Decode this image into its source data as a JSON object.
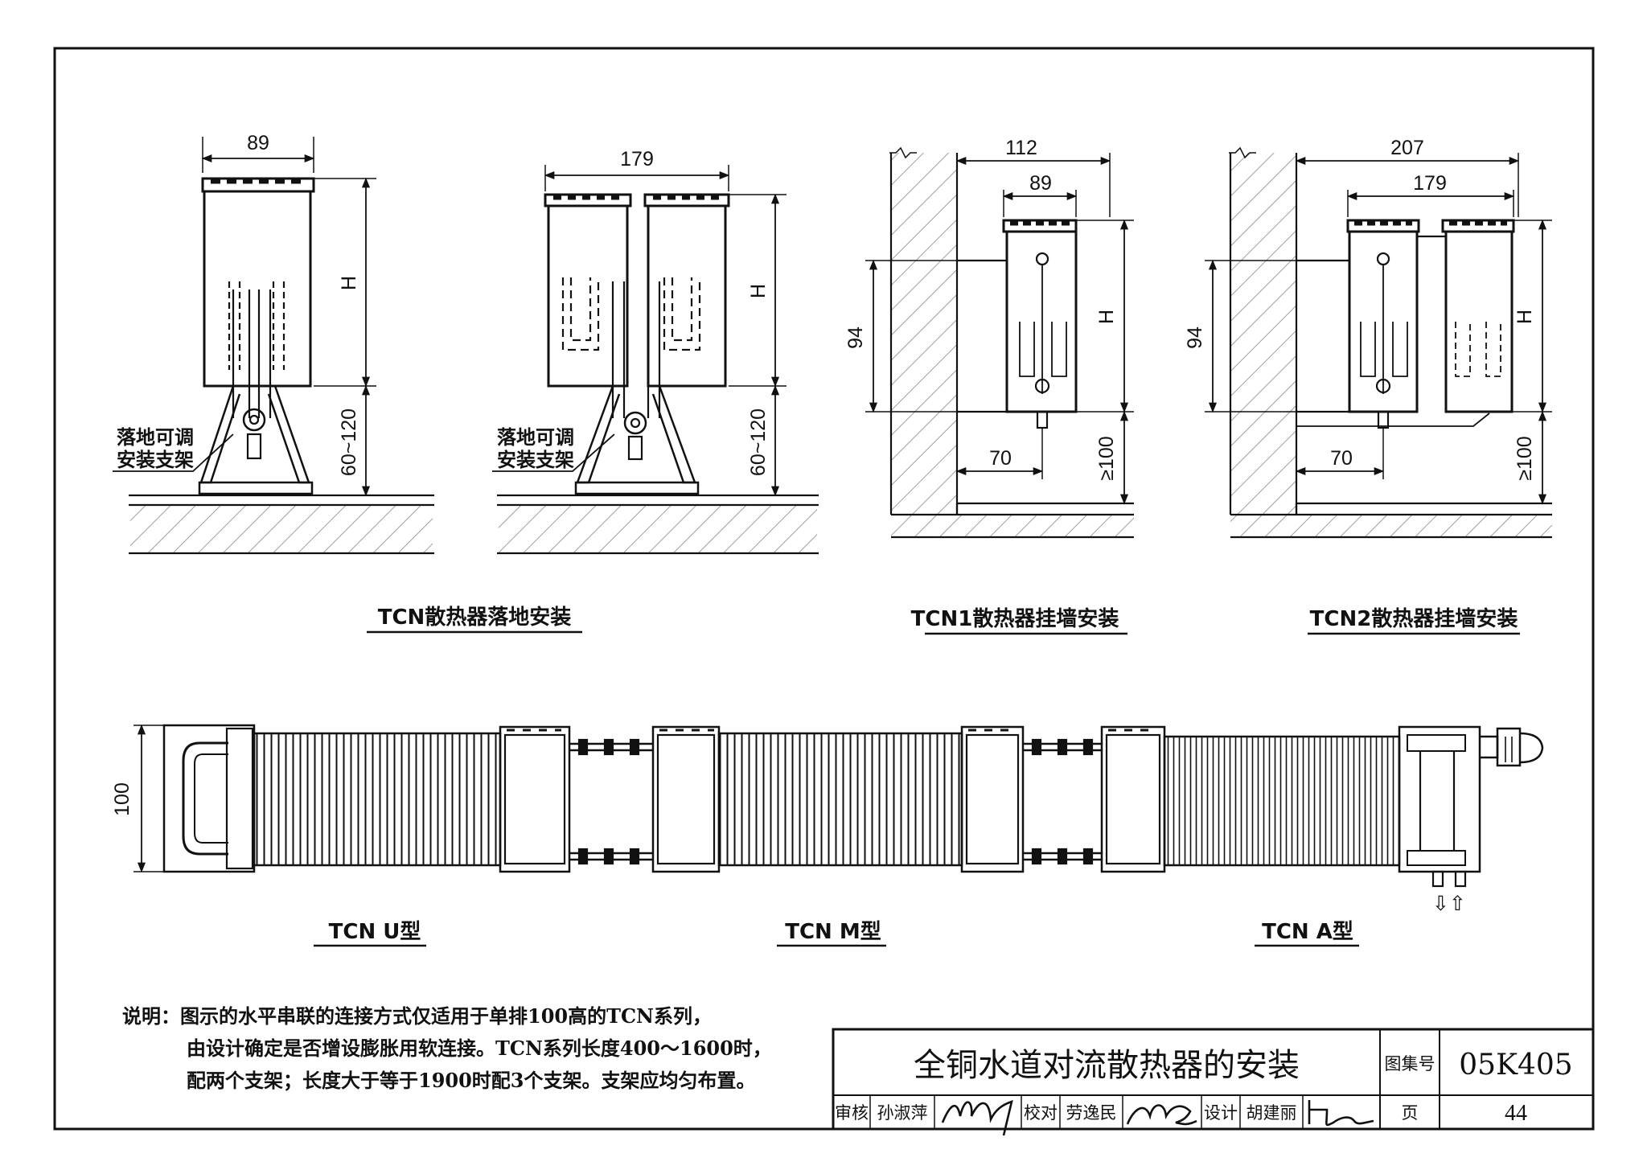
{
  "drawing": {
    "title": "全铜水道对流散热器的安装",
    "atlas_label": "图集号",
    "atlas_no": "05K405",
    "page_label": "页",
    "page_no": "44",
    "review_label": "审核",
    "reviewer": "孙淑萍",
    "check_label": "校对",
    "checker": "劳逸民",
    "design_label": "设计",
    "designer": "胡建丽"
  },
  "views": {
    "floor": {
      "caption": "TCN散热器落地安装",
      "w_single": "89",
      "w_double": "179",
      "h_label": "H",
      "leg_range": "60~120",
      "bracket_line1": "落地可调",
      "bracket_line2": "安装支架"
    },
    "wall1": {
      "caption": "TCN1散热器挂墙安装",
      "w_outer": "112",
      "w_inner": "89",
      "h_label": "H",
      "offset_v": "94",
      "offset_h": "70",
      "floor_gap": "≥100"
    },
    "wall2": {
      "caption": "TCN2散热器挂墙安装",
      "w_outer": "207",
      "w_inner": "179",
      "h_label": "H",
      "offset_v": "94",
      "offset_h": "70",
      "floor_gap": "≥100"
    },
    "plan": {
      "height": "100",
      "type_u": "TCN U型",
      "type_m": "TCN M型",
      "type_a": "TCN A型",
      "flow_arrows": "⇩⇧"
    }
  },
  "notes": {
    "line1": "说明：图示的水平串联的连接方式仅适用于单排100高的TCN系列，",
    "line2": "由设计确定是否增设膨胀用软连接。TCN系列长度400～1600时，",
    "line3": "配两个支架；长度大于等于1900时配3个支架。支架应均匀布置。"
  }
}
